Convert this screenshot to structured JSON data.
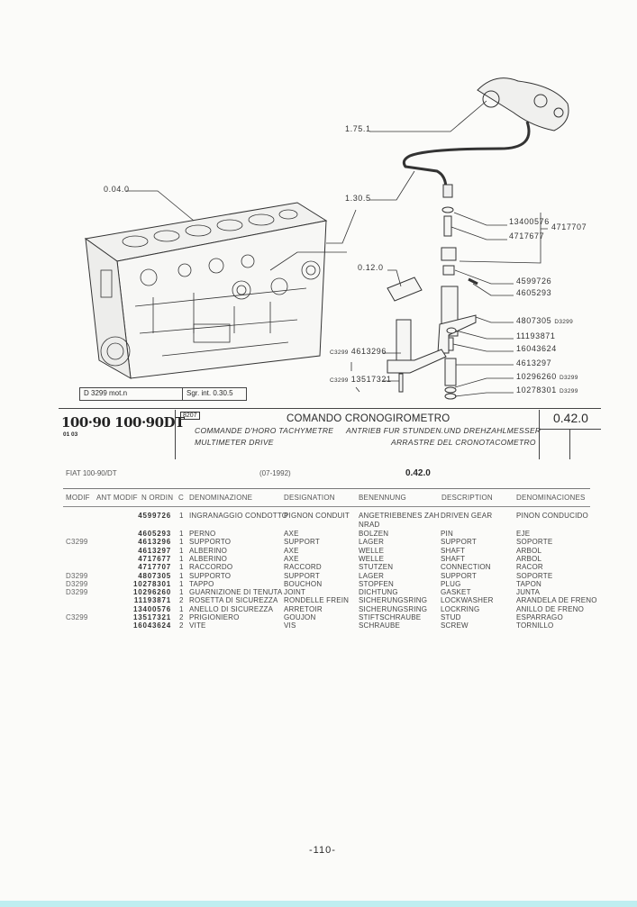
{
  "diagram": {
    "labels": {
      "ref_1751": "1.75.1",
      "ref_0040": "0.04.0",
      "ref_1305": "1.30.5",
      "ref_0120": "0.12.0",
      "p13400576": "13400576",
      "p4717707": "4717707",
      "p4717677": "4717677",
      "p4599726": "4599726",
      "p4605293": "4605293",
      "p4807305": "4807305",
      "p4807305_mod": "D3299",
      "p11193871": "11193871",
      "p16043624": "16043624",
      "p4613297": "4613297",
      "p10296260": "10296260",
      "p10296260_mod": "D3299",
      "p10278301": "10278301",
      "p10278301_mod": "D3299",
      "p4613296_mod": "C3299",
      "p4613296": "4613296",
      "p13517321_mod": "C3299",
      "p13517321": "13517321"
    },
    "caption_left": "D 3299  mot.n",
    "caption_right": "Sgr. int. 0.30.5"
  },
  "header": {
    "models": "100·90 100·90DT",
    "models_sub": "01 03",
    "code_box": "8207",
    "title": "COMANDO CRONOGIROMETRO",
    "title_fr": "COMMANDE D'HORO TACHYMETRE",
    "title_de": "ANTRIEB FUR STUNDEN.UND DREHZAHLMESSER",
    "title_en": "MULTIMETER DRIVE",
    "title_es": "ARRASTRE DEL CRONOTACOMETRO",
    "group": "0.42.0"
  },
  "subheader": {
    "model": "FIAT 100-90/DT",
    "date": "(07-1992)",
    "group": "0.42.0"
  },
  "table": {
    "columns": [
      "MODIF",
      "ANT MODIF",
      "N ORDIN",
      "C",
      "DENOMINAZIONE",
      "DESIGNATION",
      "BENENNUNG",
      "DESCRIPTION",
      "DENOMINACIONES"
    ],
    "rows": [
      {
        "modif": "",
        "num": "4599726",
        "qty": "1",
        "it": "INGRANAGGIO CONDOTTO",
        "fr": "PIGNON CONDUIT",
        "de": "ANGETRIEBENES ZAH",
        "de2": "NRAD",
        "en": "DRIVEN GEAR",
        "es": "PINON CONDUCIDO"
      },
      {
        "modif": "",
        "num": "4605293",
        "qty": "1",
        "it": "PERNO",
        "fr": "AXE",
        "de": "BOLZEN",
        "en": "PIN",
        "es": "EJE"
      },
      {
        "modif": "C3299",
        "num": "4613296",
        "qty": "1",
        "it": "SUPPORTO",
        "fr": "SUPPORT",
        "de": "LAGER",
        "en": "SUPPORT",
        "es": "SOPORTE"
      },
      {
        "modif": "",
        "num": "4613297",
        "qty": "1",
        "it": "ALBERINO",
        "fr": "AXE",
        "de": "WELLE",
        "en": "SHAFT",
        "es": "ARBOL"
      },
      {
        "modif": "",
        "num": "4717677",
        "qty": "1",
        "it": "ALBERINO",
        "fr": "AXE",
        "de": "WELLE",
        "en": "SHAFT",
        "es": "ARBOL"
      },
      {
        "modif": "",
        "num": "4717707",
        "qty": "1",
        "it": "RACCORDO",
        "fr": "RACCORD",
        "de": "STUTZEN",
        "en": "CONNECTION",
        "es": "RACOR"
      },
      {
        "modif": "D3299",
        "num": "4807305",
        "qty": "1",
        "it": "SUPPORTO",
        "fr": "SUPPORT",
        "de": "LAGER",
        "en": "SUPPORT",
        "es": "SOPORTE"
      },
      {
        "modif": "D3299",
        "num": "10278301",
        "qty": "1",
        "it": "TAPPO",
        "fr": "BOUCHON",
        "de": "STOPFEN",
        "en": "PLUG",
        "es": "TAPON"
      },
      {
        "modif": "D3299",
        "num": "10296260",
        "qty": "1",
        "it": "GUARNIZIONE DI TENUTA",
        "fr": "JOINT",
        "de": "DICHTUNG",
        "en": "GASKET",
        "es": "JUNTA"
      },
      {
        "modif": "",
        "num": "11193871",
        "qty": "2",
        "it": "ROSETTA DI SICUREZZA",
        "fr": "RONDELLE FREIN",
        "de": "SICHERUNGSRING",
        "en": "LOCKWASHER",
        "es": "ARANDELA DE FRENO"
      },
      {
        "modif": "",
        "num": "13400576",
        "qty": "1",
        "it": "ANELLO DI SICUREZZA",
        "fr": "ARRETOIR",
        "de": "SICHERUNGSRING",
        "en": "LOCKRING",
        "es": "ANILLO DE FRENO"
      },
      {
        "modif": "C3299",
        "num": "13517321",
        "qty": "2",
        "it": "PRIGIONIERO",
        "fr": "GOUJON",
        "de": "STIFTSCHRAUBE",
        "en": "STUD",
        "es": "ESPARRAGO"
      },
      {
        "modif": "",
        "num": "16043624",
        "qty": "2",
        "it": "VITE",
        "fr": "VIS",
        "de": "SCHRAUBE",
        "en": "SCREW",
        "es": "TORNILLO"
      }
    ]
  },
  "footer": {
    "page": "-110-"
  }
}
